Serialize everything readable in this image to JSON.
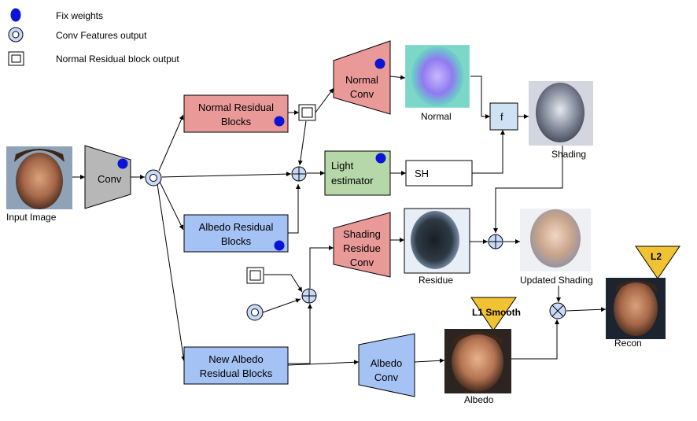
{
  "legend": {
    "fix_weights": "Fix weights",
    "conv_features_output": "Conv Features output",
    "normal_residual_block_output": "Normal Residual block output"
  },
  "nodes": {
    "input_image": "Input Image",
    "conv": "Conv",
    "normal_residual_blocks": [
      "Normal Residual",
      "Blocks"
    ],
    "albedo_residual_blocks": [
      "Albedo Residual",
      "Blocks"
    ],
    "new_albedo_residual_blocks": [
      "New Albedo",
      "Residual Blocks"
    ],
    "normal_conv": [
      "Normal",
      "Conv"
    ],
    "light_estimator": [
      "Light",
      "estimator"
    ],
    "sh": "SH",
    "f": "f",
    "shading_residue_conv": [
      "Shading",
      "Residue",
      "Conv"
    ],
    "albedo_conv": [
      "Albedo",
      "Conv"
    ],
    "normal": "Normal",
    "shading": "Shading",
    "residue": "Residue",
    "updated_shading": "Updated Shading",
    "albedo": "Albedo",
    "recon": "Recon"
  },
  "losses": {
    "l1_smooth": "L1 Smooth",
    "l2": "L2"
  },
  "colors": {
    "fix_weight_dot": "#0a14d6",
    "red_block": "#ea9999",
    "blue_block": "#a4c2f4",
    "green_block": "#b6d7a8",
    "gray_block": "#b7b7b7",
    "f_block": "#cfe2f3",
    "sum_node": "#c9daf8",
    "loss_triangle": "#f1c232"
  }
}
